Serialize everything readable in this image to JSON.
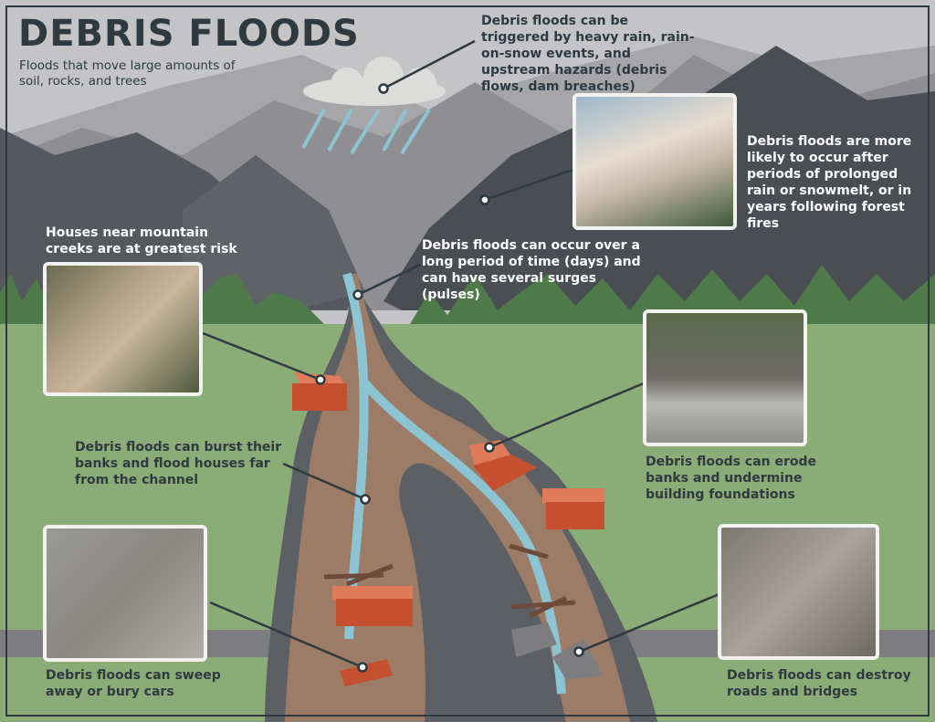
{
  "header": {
    "title": "DEBRIS FLOODS",
    "subtitle": "Floods that move large amounts of soil, rocks, and trees"
  },
  "callouts": [
    {
      "id": "triggers",
      "text": "Debris floods can be triggered by heavy rain, rain-on-snow events, and upstream hazards (debris flows, dam breaches)"
    },
    {
      "id": "likely",
      "text": "Debris floods are more likely to occur after periods of prolonged rain or snowmelt, or in years following forest fires"
    },
    {
      "id": "duration",
      "text": "Debris floods can occur over a long period of time (days) and can have several surges (pulses)"
    },
    {
      "id": "houses-risk",
      "text": "Houses near mountain creeks are at greatest risk"
    },
    {
      "id": "burst-banks",
      "text": "Debris floods can burst their banks and flood houses far from the channel"
    },
    {
      "id": "erode",
      "text": "Debris floods can erode banks and undermine building foundations"
    },
    {
      "id": "cars",
      "text": "Debris floods can sweep away or bury cars"
    },
    {
      "id": "roads",
      "text": "Debris floods can destroy roads and bridges"
    }
  ],
  "colors": {
    "text": "#2e3a40",
    "sky": "#c4c4c6",
    "grass": "#8aad78",
    "trees": "#4f7a4a",
    "water": "#8cc4d4",
    "sediment": "#9c7c66",
    "house": "#c5502f"
  }
}
